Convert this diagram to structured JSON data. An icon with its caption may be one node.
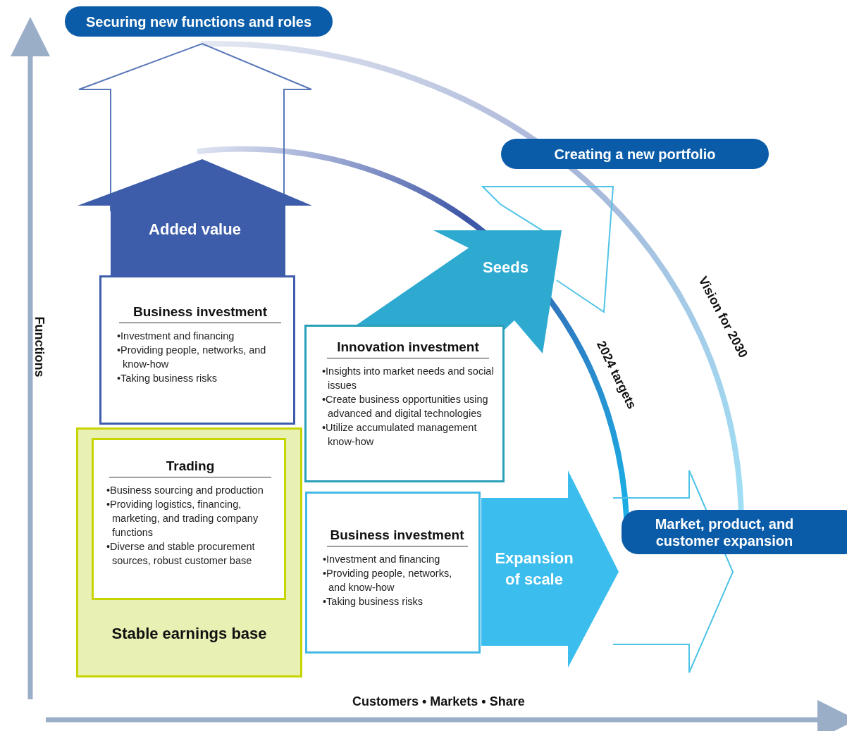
{
  "diagram": {
    "nodes": [
      {
        "text": [
          "Securing new functions and roles"
        ]
      },
      {
        "text": [
          "Creating a new portfolio"
        ]
      },
      {
        "text": [
          "Market, product, and customer expansion"
        ]
      },
      {
        "text": [
          "Added value"
        ]
      },
      {
        "text": [
          "Business investment",
          "•Investment and financing",
          "•Providing people, networks, and know-how",
          "•Taking business risks"
        ]
      },
      {
        "text": [
          "Stable earnings base"
        ]
      },
      {
        "text": [
          "Trading",
          "•Business sourcing and production",
          "•Providing logistics, financing, marketing, and trading company functions",
          "•Diverse and stable procurement sources, robust customer base"
        ],
        "in": 5
      },
      {
        "text": [
          "Seeds"
        ]
      },
      {
        "text": [
          "Innovation investment",
          "•Insights into market needs and social issues",
          "•Create business opportunities using advanced and digital technologies",
          "•Utilize accumulated management know-how"
        ]
      },
      {
        "text": [
          "Business investment",
          "•Investment and financing",
          "•Providing people, networks, and know-how",
          "•Taking business risks"
        ]
      },
      {
        "text": [
          "Expansion of scale"
        ]
      }
    ],
    "labels": [
      "Functions",
      "Customers • Markets • Share",
      "2024 targets",
      "Vision for 2030"
    ]
  }
}
